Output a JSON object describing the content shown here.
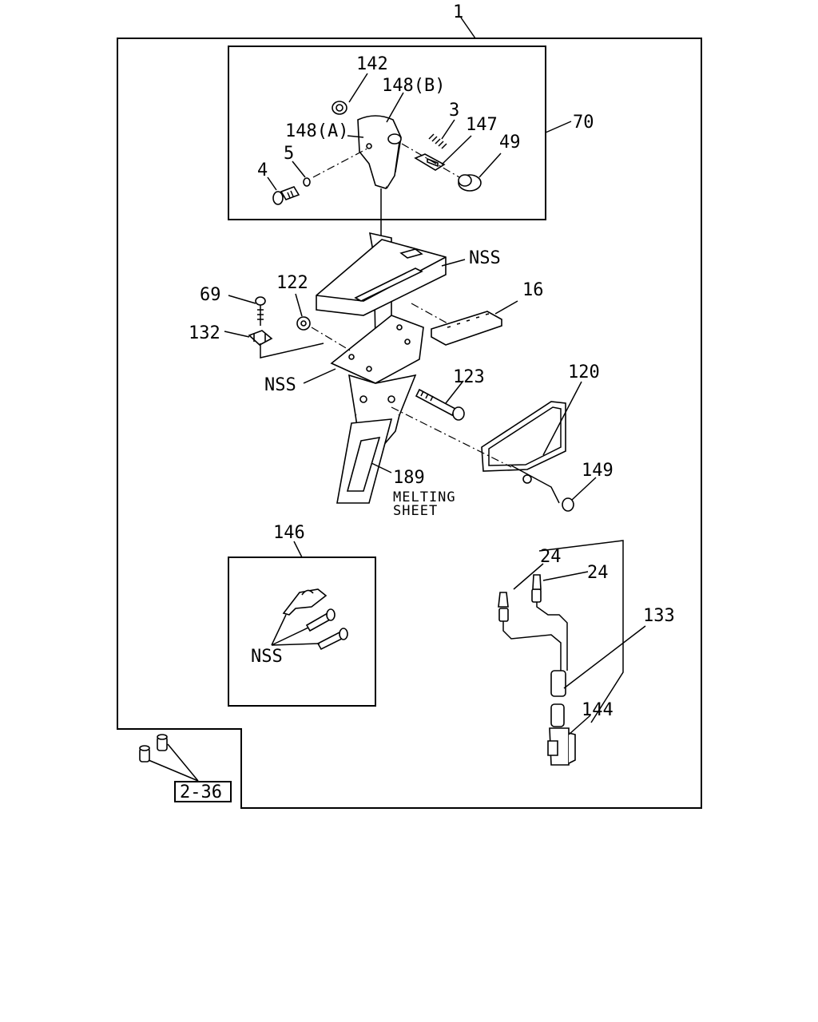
{
  "labels": {
    "l1": "1",
    "l70": "70",
    "l142": "142",
    "l148b": "148(B)",
    "l148a": "148(A)",
    "l3": "3",
    "l147": "147",
    "l49": "49",
    "l5": "5",
    "l4": "4",
    "nss_top": "NSS",
    "l69": "69",
    "l122": "122",
    "l16": "16",
    "l132": "132",
    "nss_mid": "NSS",
    "l123": "123",
    "l120": "120",
    "l149": "149",
    "l189": "189",
    "melting": "MELTING",
    "sheet": "SHEET",
    "l146": "146",
    "nss_box": "NSS",
    "l24a": "24",
    "l24b": "24",
    "l133": "133",
    "l144": "144",
    "ref": "2-36"
  }
}
